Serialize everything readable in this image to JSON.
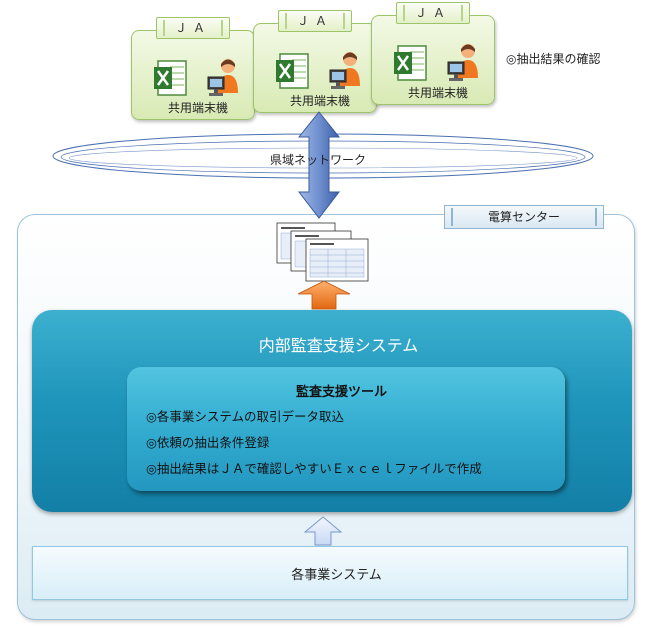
{
  "terminals": [
    {
      "tag": "ＪＡ",
      "label": "共用端末機"
    },
    {
      "tag": "ＪＡ",
      "label": "共用端末機"
    },
    {
      "tag": "ＪＡ",
      "label": "共用端末機"
    }
  ],
  "note": "◎抽出結果の確認",
  "network_label": "県域ネットワーク",
  "center_label": "電算センター",
  "audit_system": {
    "title": "内部監査支援システム",
    "tool": {
      "title": "監査支援ツール",
      "items": [
        "◎各事業システムの取引データ取込",
        "◎依頼の抽出条件登録",
        "◎抽出結果はＪＡで確認しやすいＥｘｃｅｌファイルで作成"
      ]
    }
  },
  "business_systems_label": "各事業システム",
  "colors": {
    "terminal_fill": "#d8eab4",
    "audit_system": "#1f95bb",
    "tool_box": "#33acd0",
    "up_arrow_orange": "#f07820",
    "network_arrow": "#6f8fcf"
  }
}
